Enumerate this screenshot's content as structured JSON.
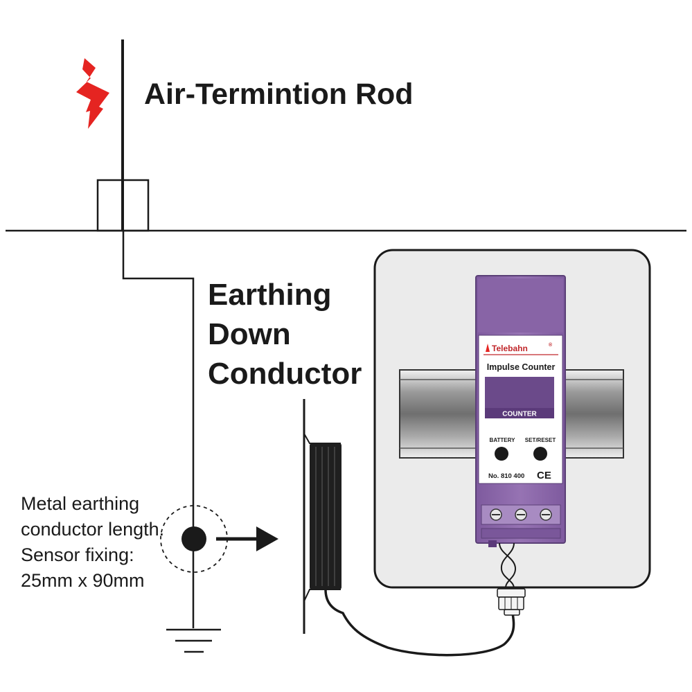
{
  "labels": {
    "rod": "Air-Termintion Rod",
    "conductor_line1": "Earthing",
    "conductor_line2": "Down",
    "conductor_line3": "Conductor",
    "sensor_line1": "Metal earthing",
    "sensor_line2": "conductor length.",
    "sensor_line3": "Sensor fixing:",
    "sensor_line4": "25mm x 90mm"
  },
  "device": {
    "brand": "Telebahn",
    "registered_mark": "®",
    "product": "Impulse Counter",
    "counter_label": "COUNTER",
    "battery_label": "BATTERY",
    "reset_label": "SET/RESET",
    "model_number": "No. 810 400",
    "ce_mark": "CE"
  },
  "icons": {
    "lightning": "lightning-bolt-icon",
    "ground": "ground-symbol-icon",
    "arrow": "arrow-right-icon"
  },
  "colors": {
    "lightning": "#e52421",
    "device_body": "#8a63a8",
    "device_body_dark": "#6d4c8e",
    "counter_bar": "#5b3a7a",
    "display": "#6b4a8a",
    "enclosure": "#ebebeb",
    "ink": "#1a1a1a"
  }
}
